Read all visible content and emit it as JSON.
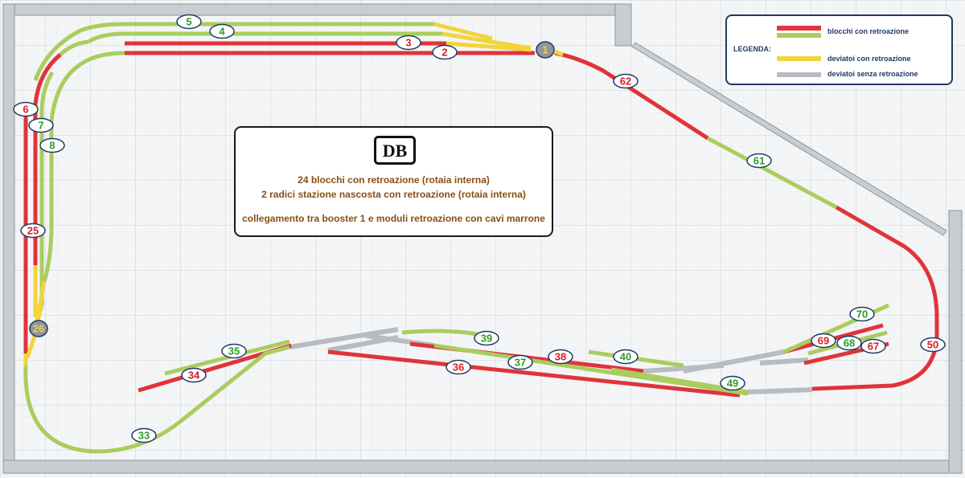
{
  "colors": {
    "feedback_red": "#e0343a",
    "feedback_green": "#aacd5e",
    "turnout_yellow": "#f2d43c",
    "turnout_gray": "#b7bcc2",
    "label_red": "#d41f27",
    "label_green": "#2e9a2a",
    "label_border": "#1f3a66",
    "root_fill": "#8f959b",
    "root_text": "#f2d43c",
    "info_text": "#8a4f14"
  },
  "info": {
    "logo_text": "DB",
    "line1": "24 blocchi con retroazione (rotaia interna)",
    "line2": "2 radici stazione nascosta con retroazione (rotaia interna)",
    "line3": "collegamento tra booster 1 e moduli retroazione con cavi marrone"
  },
  "legend": {
    "title": "LEGENDA:",
    "items": [
      {
        "text": "blocchi con retroazione",
        "icon": "red-green-track-swatch"
      },
      {
        "text": "deviatoi con retroazione",
        "icon": "yellow-track-swatch"
      },
      {
        "text": "deviatoi senza retroazione",
        "icon": "gray-track-swatch"
      }
    ]
  },
  "blocks": [
    {
      "id": "5",
      "color": "green"
    },
    {
      "id": "4",
      "color": "green"
    },
    {
      "id": "3",
      "color": "red"
    },
    {
      "id": "2",
      "color": "red"
    },
    {
      "id": "1",
      "color": "root"
    },
    {
      "id": "62",
      "color": "red"
    },
    {
      "id": "61",
      "color": "green"
    },
    {
      "id": "6",
      "color": "red"
    },
    {
      "id": "7",
      "color": "green"
    },
    {
      "id": "8",
      "color": "green"
    },
    {
      "id": "25",
      "color": "red"
    },
    {
      "id": "26",
      "color": "root"
    },
    {
      "id": "35",
      "color": "green"
    },
    {
      "id": "34",
      "color": "red"
    },
    {
      "id": "33",
      "color": "green"
    },
    {
      "id": "39",
      "color": "green"
    },
    {
      "id": "36",
      "color": "red"
    },
    {
      "id": "37",
      "color": "green"
    },
    {
      "id": "38",
      "color": "red"
    },
    {
      "id": "40",
      "color": "green"
    },
    {
      "id": "49",
      "color": "green"
    },
    {
      "id": "70",
      "color": "green"
    },
    {
      "id": "69",
      "color": "red"
    },
    {
      "id": "68",
      "color": "green"
    },
    {
      "id": "67",
      "color": "red"
    },
    {
      "id": "50",
      "color": "red"
    }
  ]
}
